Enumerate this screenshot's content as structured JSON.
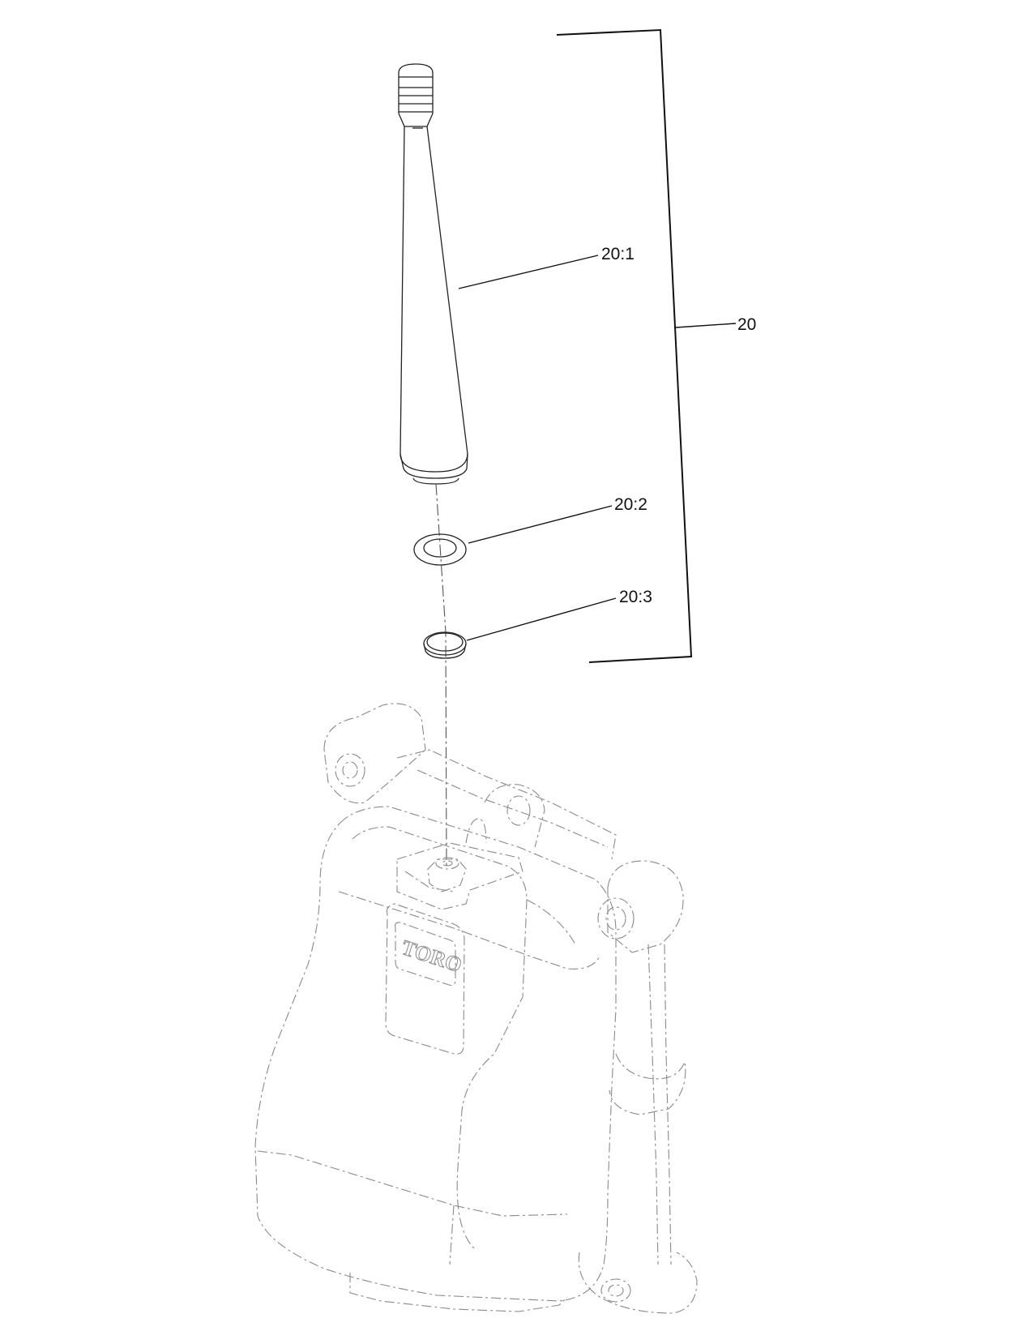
{
  "callouts": {
    "assembly": "20",
    "antenna": "20:1",
    "washer": "20:2",
    "nut": "20:3"
  },
  "housing": {
    "brand_logo": "TORO"
  }
}
